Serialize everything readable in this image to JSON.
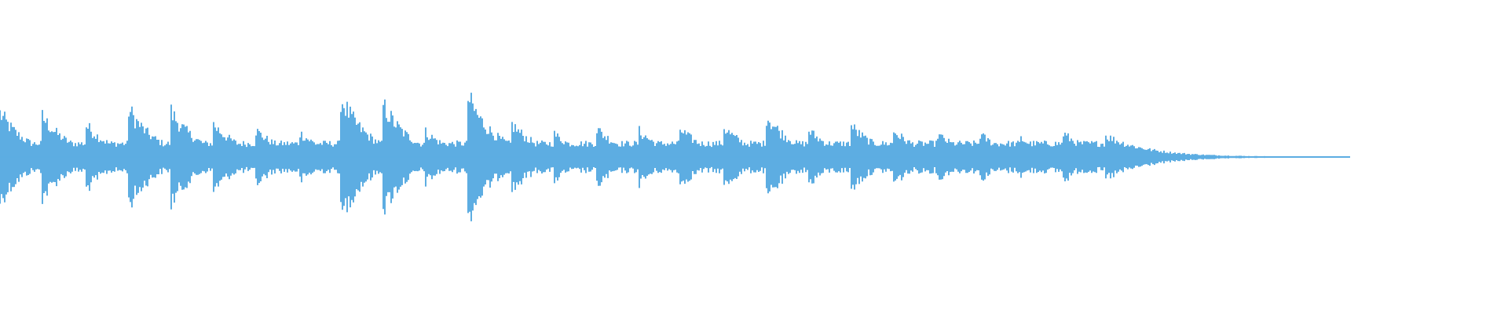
{
  "waveform": {
    "color": "#5dade2",
    "background": "#ffffff",
    "onsets": [
      0.0,
      0.028,
      0.057,
      0.085,
      0.113,
      0.141,
      0.169,
      0.198,
      0.226,
      0.254,
      0.282,
      0.31,
      0.339,
      0.367,
      0.395,
      0.423,
      0.451,
      0.48,
      0.508,
      0.536,
      0.564,
      0.592,
      0.621,
      0.649,
      0.677,
      0.705,
      0.733
    ],
    "onset_peaks": [
      0.52,
      0.48,
      0.38,
      0.58,
      0.55,
      0.4,
      0.33,
      0.3,
      0.7,
      0.62,
      0.3,
      0.72,
      0.4,
      0.28,
      0.35,
      0.32,
      0.33,
      0.35,
      0.5,
      0.32,
      0.38,
      0.32,
      0.28,
      0.28,
      0.22,
      0.28,
      0.25
    ],
    "sound_end_fraction": 0.895
  }
}
